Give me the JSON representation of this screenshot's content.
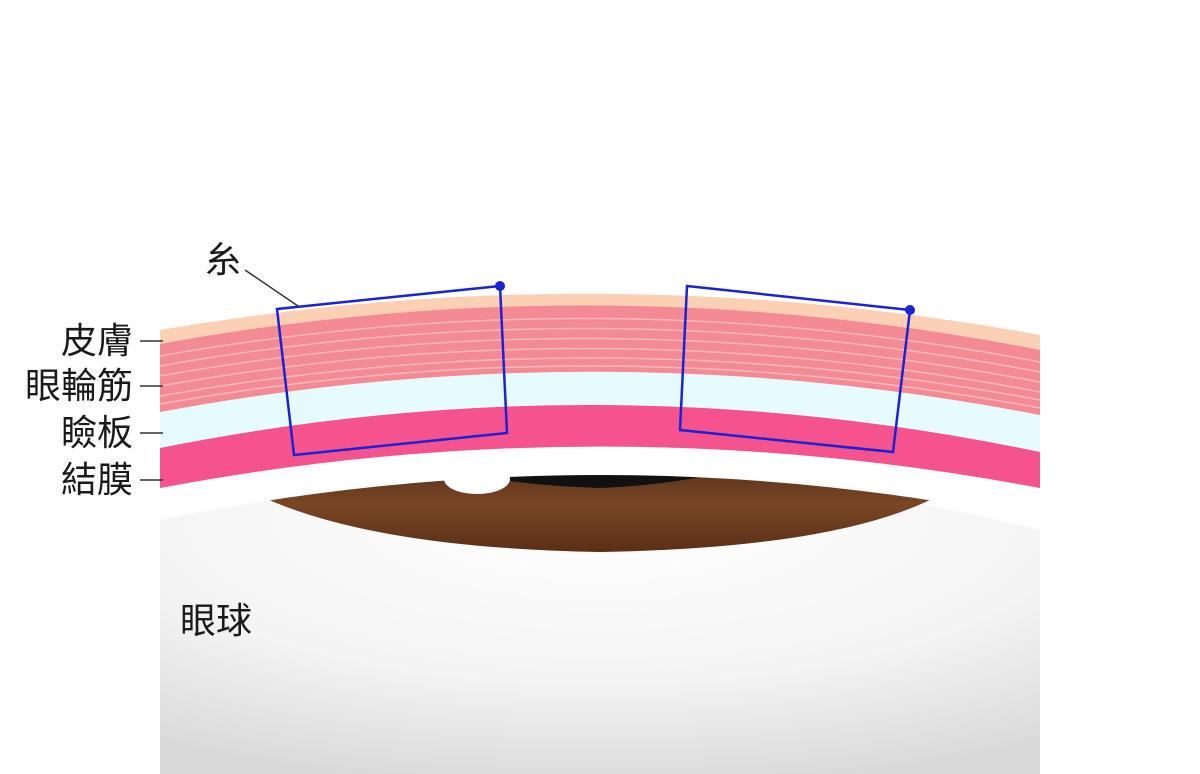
{
  "labels": {
    "thread": "糸",
    "skin": "皮膚",
    "orbicularis": "眼輪筋",
    "tarsus": "瞼板",
    "conjunctiva": "結膜",
    "eyeball": "眼球"
  },
  "colors": {
    "skin": "#fcd0b4",
    "muscle": "#f48a93",
    "muscle_fiber": "#fbc4c8",
    "tarsus": "#e6fbfd",
    "conjunctiva": "#f4538e",
    "eyeball": "#efefef",
    "iris": "#6b3a1f",
    "pupil": "#111111",
    "thread": "#1a22d6"
  }
}
